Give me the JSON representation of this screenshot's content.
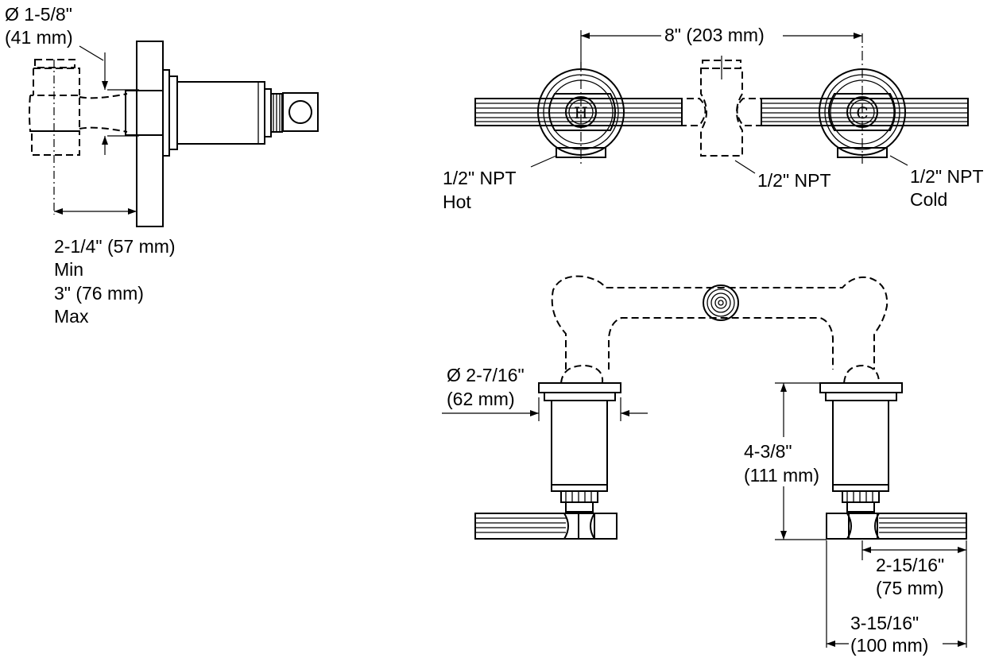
{
  "side_view": {
    "diameter_label": "Ø 1-5/8\"",
    "diameter_metric": "(41 mm)",
    "depth_min_label": "2-1/4\" (57 mm)",
    "min_word": "Min",
    "depth_max_label": "3\" (76 mm)",
    "max_word": "Max"
  },
  "top_view": {
    "spread_label": "8\" (203 mm)",
    "hot_npt": "1/2\" NPT",
    "hot_word": "Hot",
    "center_npt": "1/2\" NPT",
    "cold_npt": "1/2\" NPT",
    "cold_word": "Cold",
    "hot_handle_letter": "H",
    "cold_handle_letter": "C"
  },
  "front_view": {
    "flange_diameter_label": "Ø 2-7/16\"",
    "flange_diameter_metric": "(62 mm)",
    "height_label": "4-3/8\"",
    "height_metric": "(111 mm)",
    "handle_offset_label": "2-15/16\"",
    "handle_offset_metric": "(75 mm)",
    "handle_length_label": "3-15/16\"",
    "handle_length_metric": "(100 mm)"
  }
}
